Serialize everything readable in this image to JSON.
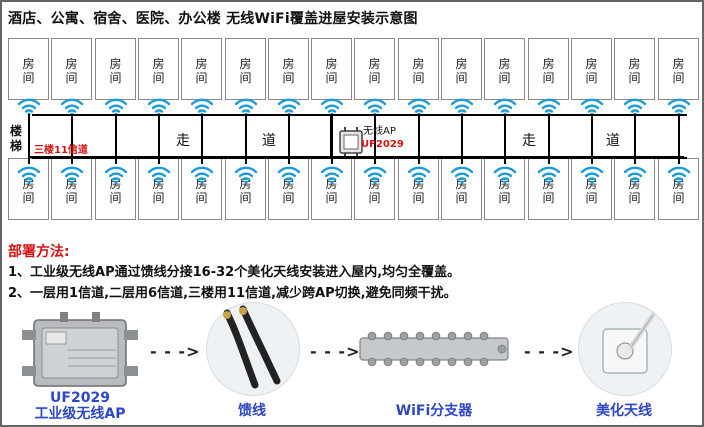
{
  "title": "酒店、公寓、宿舍、医院、办公楼 无线WiFi覆盖进屋安装示意图",
  "room_label": [
    "房",
    "间"
  ],
  "stairs_label": [
    "楼",
    "梯"
  ],
  "floor_channel_label": "三楼11信道",
  "corridor_text": [
    "走",
    "道",
    "走",
    "道"
  ],
  "ap_small_label": "无线AP",
  "ap_small_model": "UF2029",
  "deploy": {
    "heading": "部署方法:",
    "steps": [
      "1、工业级无线AP通过馈线分接16-32个美化天线安装进入屋内,均匀全覆盖。",
      "2、一层用1信道,二层用6信道,三楼用11信道,减少跨AP切换,避免同频干扰。"
    ]
  },
  "devices": [
    {
      "name": "UF2029",
      "caption": "工业级无线AP"
    },
    {
      "name": "",
      "caption": "馈线"
    },
    {
      "name": "",
      "caption": "WiFi分支器"
    },
    {
      "name": "",
      "caption": "美化天线"
    }
  ],
  "arrow_text": "- - ->",
  "colors": {
    "wifi": "#1c9bd8",
    "label_red": "#d41414",
    "caption_blue": "#2e46c8"
  }
}
